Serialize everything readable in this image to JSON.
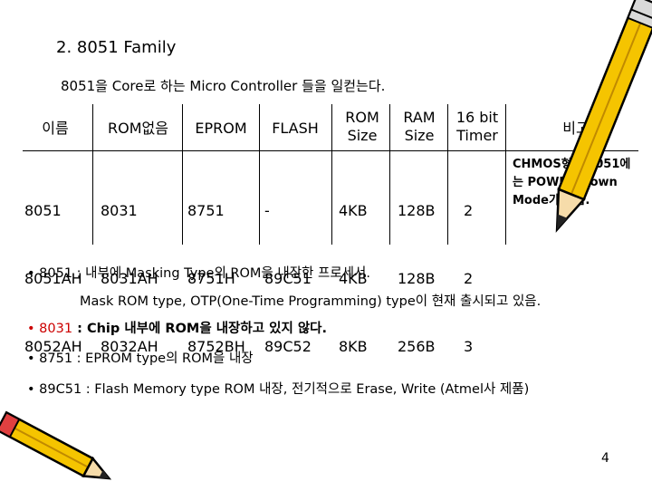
{
  "page": {
    "title": "2. 8051 Family",
    "subtitle": "8051을 Core로 하는 Micro Controller 들을 일컫는다.",
    "page_number": "4"
  },
  "table": {
    "headers": [
      "이름",
      "ROM없음",
      "EPROM",
      "FLASH",
      "ROM Size",
      "RAM Size",
      "16 bit Timer",
      "비고"
    ],
    "columns": [
      [
        "8051",
        "8051AH",
        "8052AH"
      ],
      [
        "8031",
        "8031AH",
        "8032AH"
      ],
      [
        "8751",
        "8751H",
        "8752BH"
      ],
      [
        "-",
        "89C51",
        "89C52"
      ],
      [
        "4KB",
        "4KB",
        "8KB"
      ],
      [
        "128B",
        "128B",
        "256B"
      ],
      [
        "2",
        "2",
        "3"
      ]
    ],
    "note": "CHMOS형의 8051에는 POWER Down Mode가 있음."
  },
  "bullets": {
    "b1_main": "• 8051 : 내부에 Masking Type의 ROM을 내장한 프로세서.",
    "b1_cont": "Mask ROM type, OTP(One-Time Programming) type이 현재 출시되고 있음.",
    "b2_bullet": "• ",
    "b2_key": "8031",
    "b2_text": " : Chip 내부에 ROM을 내장하고 있지 않다.",
    "b3": "• 8751 : EPROM type의 ROM을 내장",
    "b4": "• 89C51 : Flash Memory type ROM 내장, 전기적으로 Erase, Write (Atmel사 제품)"
  },
  "colors": {
    "accent_red": "#cc0000",
    "pencil_body": "#f5c400",
    "pencil_outline": "#000000"
  },
  "icons": [
    "pencil-icon-top-right",
    "pencil-icon-bottom-left"
  ]
}
